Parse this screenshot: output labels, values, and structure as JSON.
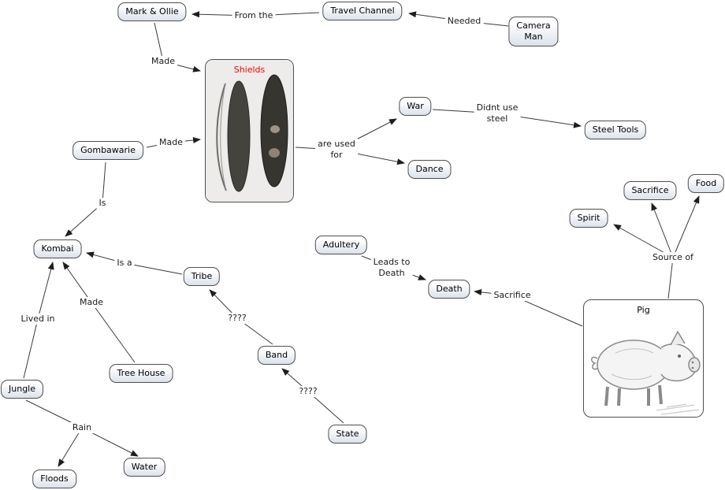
{
  "nodes": [
    {
      "id": "mark-ollie",
      "label": "Mark & Ollie"
    },
    {
      "id": "travel-channel",
      "label": "Travel Channel"
    },
    {
      "id": "camera-man",
      "label": "Camera\nMan"
    },
    {
      "id": "gombawarie",
      "label": "Gombawarie"
    },
    {
      "id": "war",
      "label": "War"
    },
    {
      "id": "steel-tools",
      "label": "Steel Tools"
    },
    {
      "id": "dance",
      "label": "Dance"
    },
    {
      "id": "sacrifice",
      "label": "Sacrifice"
    },
    {
      "id": "food",
      "label": "Food"
    },
    {
      "id": "spirit",
      "label": "Spirit"
    },
    {
      "id": "adultery",
      "label": "Adultery"
    },
    {
      "id": "kombai",
      "label": "Kombai"
    },
    {
      "id": "tribe",
      "label": "Tribe"
    },
    {
      "id": "death",
      "label": "Death"
    },
    {
      "id": "tree-house",
      "label": "Tree House"
    },
    {
      "id": "band",
      "label": "Band"
    },
    {
      "id": "jungle",
      "label": "Jungle"
    },
    {
      "id": "state",
      "label": "State"
    },
    {
      "id": "water",
      "label": "Water"
    },
    {
      "id": "floods",
      "label": "Floods"
    }
  ],
  "links": [
    {
      "label": "From the"
    },
    {
      "label": "Needed"
    },
    {
      "label": "Made"
    },
    {
      "label": "Made"
    },
    {
      "label": "are used\nfor"
    },
    {
      "label": "Didnt use\nsteel"
    },
    {
      "label": "Is"
    },
    {
      "label": "Is a"
    },
    {
      "label": "Leads to\nDeath"
    },
    {
      "label": "Sacrifice"
    },
    {
      "label": "Source of"
    },
    {
      "label": "Made"
    },
    {
      "label": "Lived in"
    },
    {
      "label": "????"
    },
    {
      "label": "????"
    },
    {
      "label": "Rain"
    }
  ],
  "image_nodes": {
    "shields": {
      "label": "Shields",
      "label_color": "#ff0000"
    },
    "pig": {
      "label": "Pig"
    }
  },
  "colors": {
    "background": "#ffffff",
    "node_border": "#4f4f4f",
    "node_fill_top": "#ffffff",
    "node_fill_bottom": "#dbe2ec",
    "connector_line": "#3a3a3a",
    "shields_label": "#ff0000",
    "text": "#000000"
  }
}
